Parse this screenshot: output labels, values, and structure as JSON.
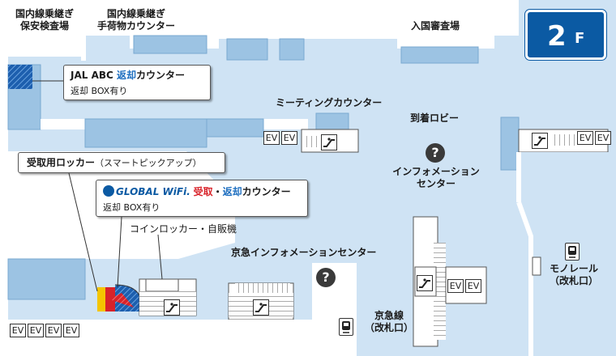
{
  "floor": {
    "number": "2",
    "unit": "F"
  },
  "labels": {
    "domestic_security": [
      "国内線乗継ぎ",
      "保安検査場"
    ],
    "domestic_baggage": [
      "国内線乗継ぎ",
      "手荷物カウンター"
    ],
    "immigration": "入国審査場",
    "meeting_counter": "ミーティングカウンター",
    "arrival_lobby": "到着ロビー",
    "info_center": [
      "インフォメーション",
      "センター"
    ],
    "keikyu_info": "京急インフォメーションセンター",
    "coin_locker": "コインロッカー・自販機",
    "monorail": [
      "モノレール",
      "（改札口）"
    ],
    "keikyu_line": [
      "京急線",
      "（改札口）"
    ],
    "ev": "EV"
  },
  "callouts": {
    "jal": {
      "prefix": "JAL ABC ",
      "highlight": "返却",
      "suffix": "カウンター",
      "line2": "返却 BOX有り"
    },
    "locker": {
      "main": "受取用ロッカー",
      "sub": "（スマートピックアップ）"
    },
    "globalwifi": {
      "brand": "GLOBAL WiFi.",
      "receive": "受取",
      "dot": "・",
      "return": "返却",
      "suffix": "カウンター",
      "line2": "返却 BOX有り"
    }
  },
  "icons": {
    "info": "?",
    "escalator": "escalator-icon",
    "train": "train-icon"
  },
  "colors": {
    "floor_bg": "#cfe3f4",
    "wall": "#ffffff",
    "booth": "#9cc3e3",
    "badge": "#0b5aa3",
    "hatch": "#1d5fae",
    "red": "#d8232a",
    "yellow": "#f4c500"
  }
}
